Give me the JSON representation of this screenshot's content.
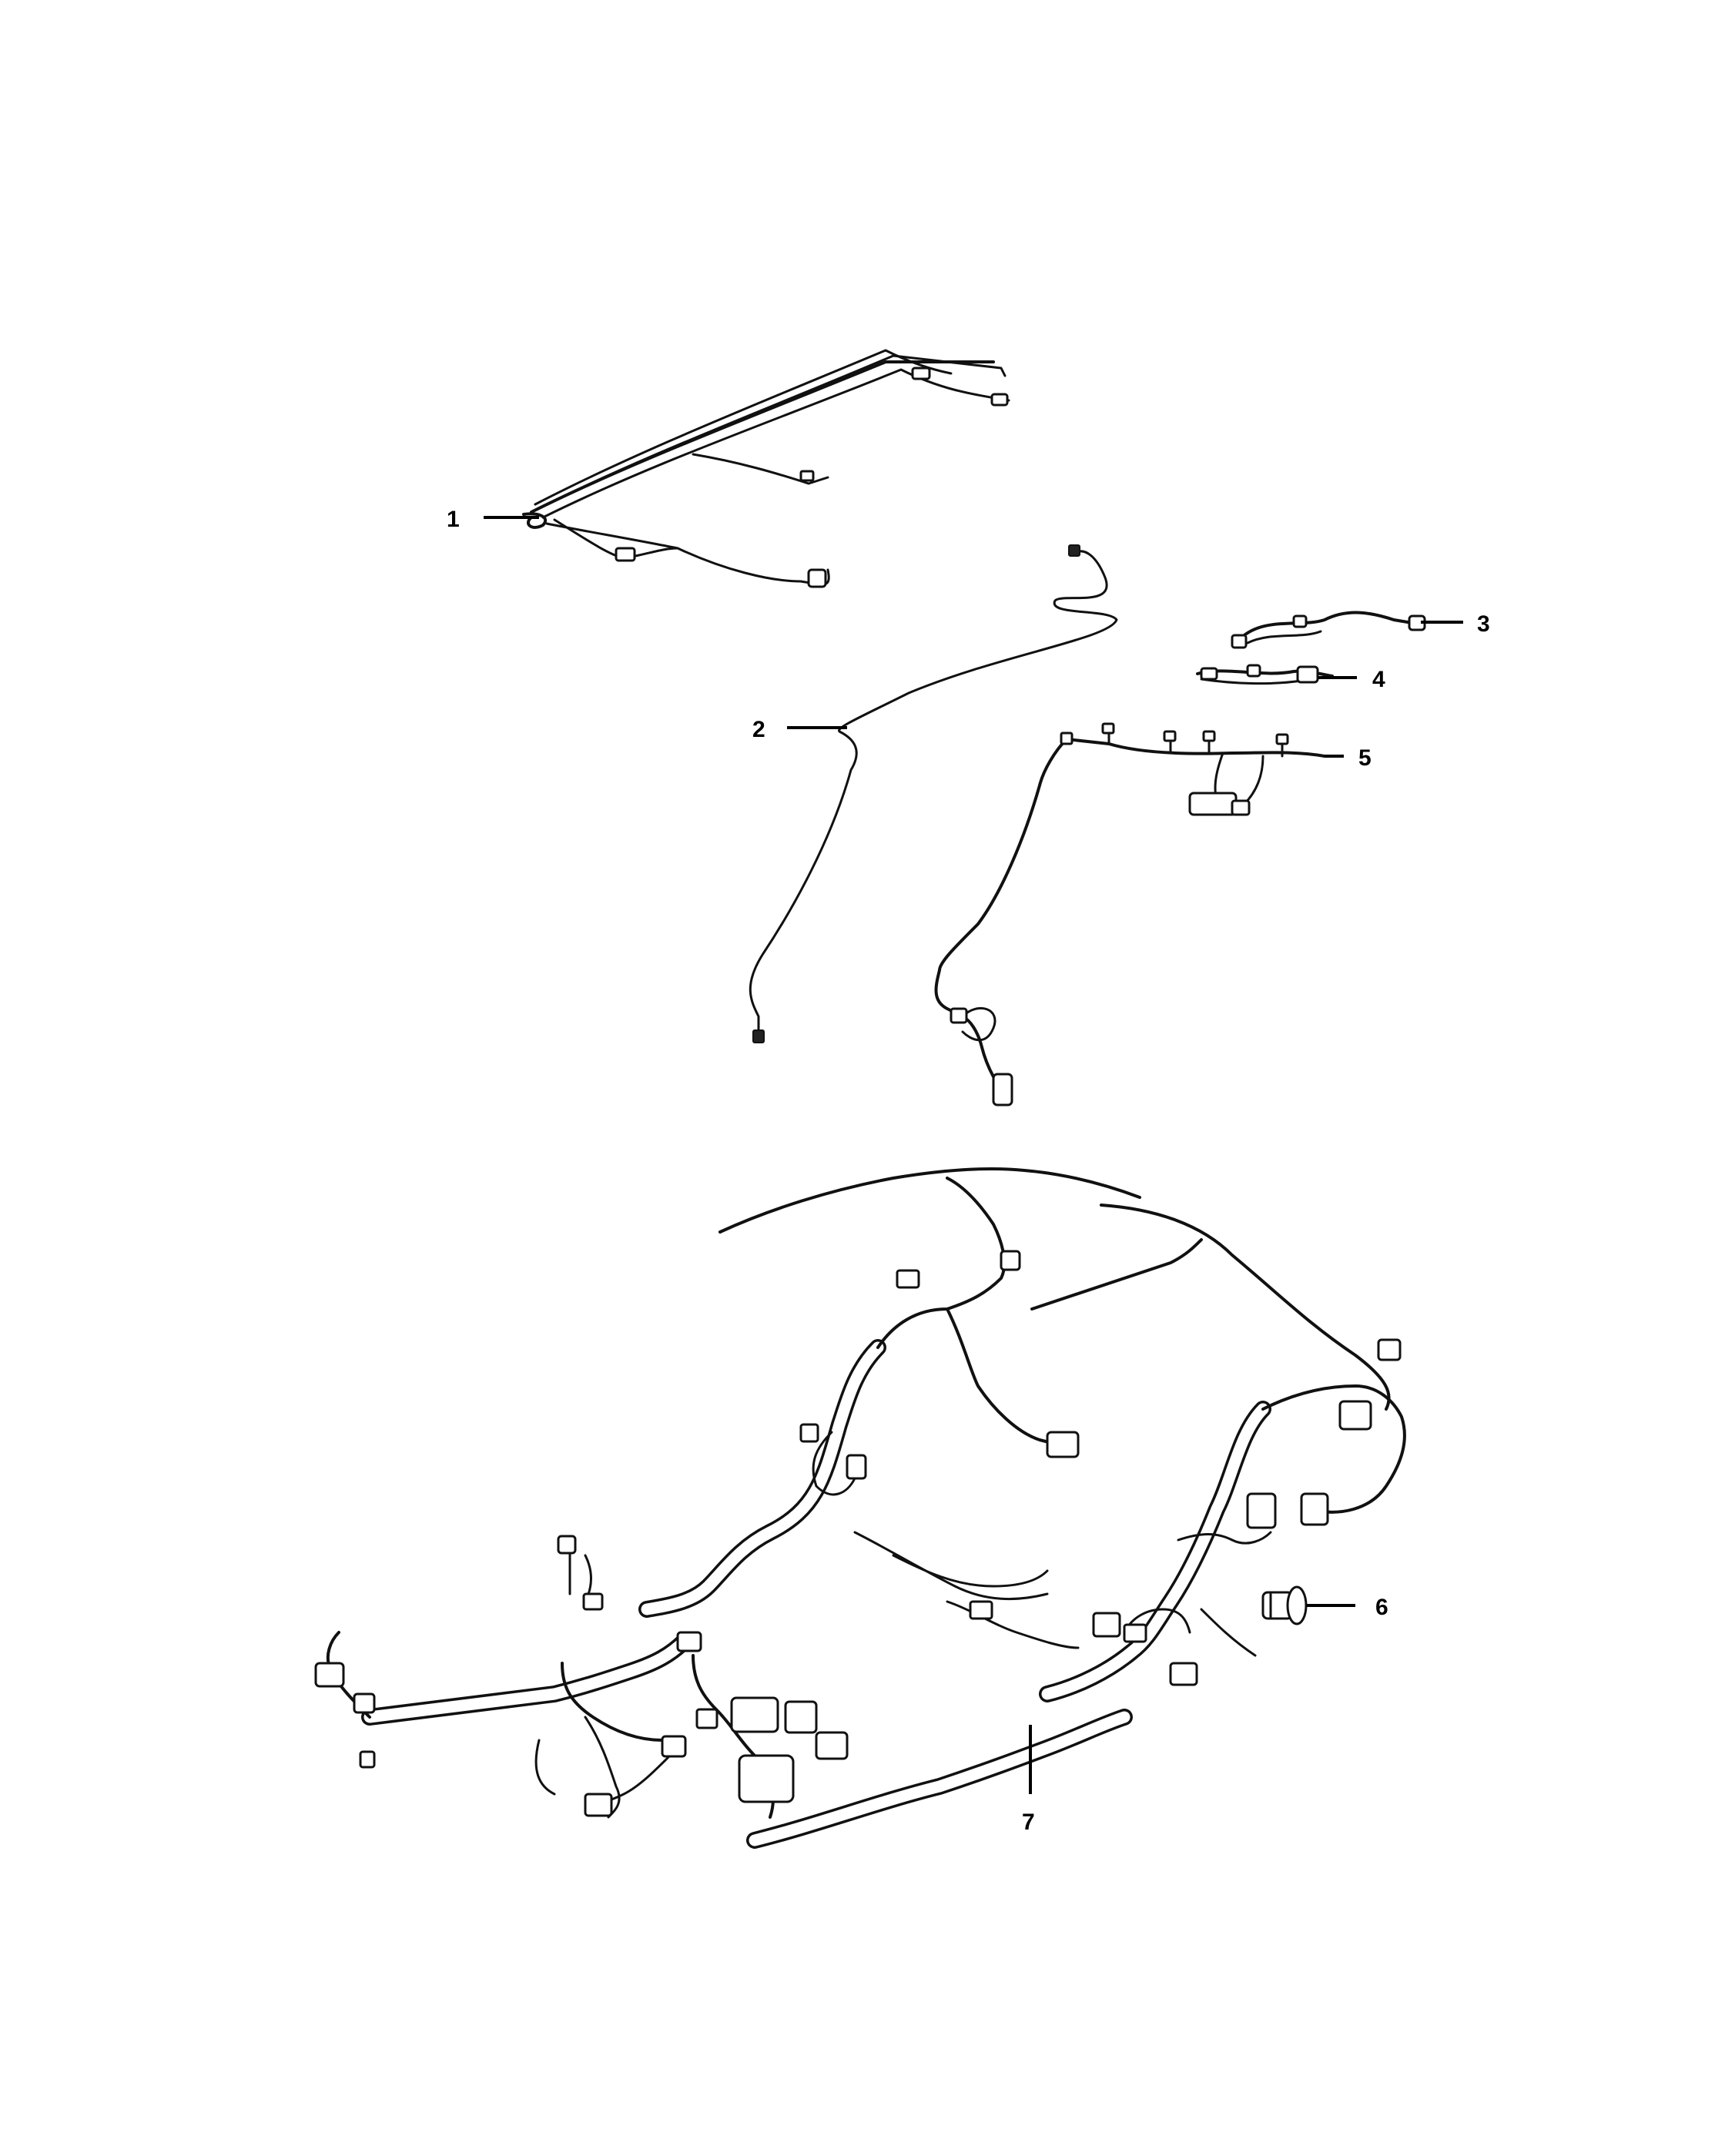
{
  "callouts": [
    {
      "id": "callout-1",
      "label": "1"
    },
    {
      "id": "callout-2",
      "label": "2"
    },
    {
      "id": "callout-3",
      "label": "3"
    },
    {
      "id": "callout-4",
      "label": "4"
    },
    {
      "id": "callout-5",
      "label": "5"
    },
    {
      "id": "callout-6",
      "label": "6"
    },
    {
      "id": "callout-7",
      "label": "7"
    }
  ],
  "colors": {
    "background": "#ffffff",
    "line": "#111111"
  }
}
